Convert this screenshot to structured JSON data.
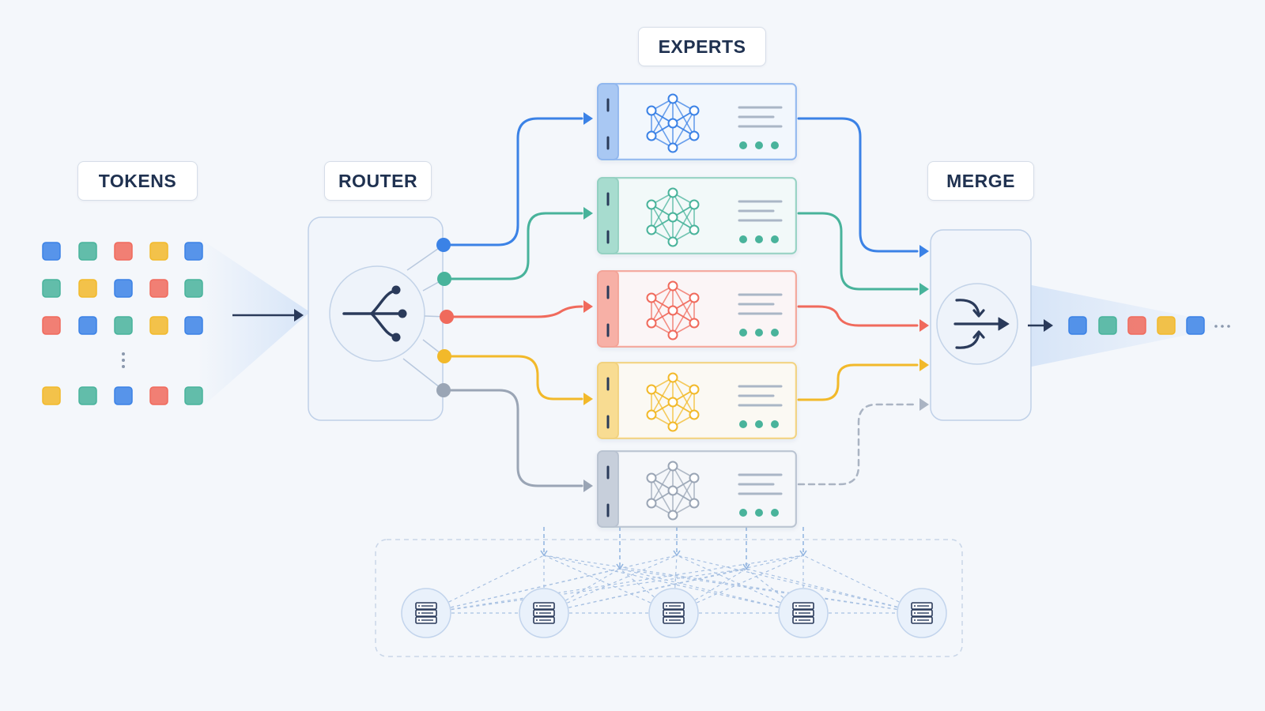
{
  "labels": {
    "tokens": "TOKENS",
    "router": "ROUTER",
    "experts": "EXPERTS",
    "merge": "MERGE"
  },
  "colors": {
    "blue": "#3b82e6",
    "teal": "#48b39b",
    "red": "#f06a5c",
    "yellow": "#f2b92a",
    "gray": "#9aa5b5",
    "navy": "#2a3a5a"
  },
  "token_grid": [
    [
      "blue",
      "teal",
      "red",
      "yellow",
      "blue"
    ],
    [
      "teal",
      "yellow",
      "blue",
      "red",
      "teal"
    ],
    [
      "red",
      "blue",
      "teal",
      "yellow",
      "blue"
    ],
    [
      "yellow",
      "teal",
      "blue",
      "red",
      "teal"
    ]
  ],
  "output_tokens": [
    "blue",
    "teal",
    "red",
    "yellow",
    "blue"
  ],
  "experts": [
    {
      "color": "blue",
      "active": true
    },
    {
      "color": "teal",
      "active": true
    },
    {
      "color": "red",
      "active": true
    },
    {
      "color": "yellow",
      "active": true
    },
    {
      "color": "gray",
      "active": false
    }
  ],
  "icons": {
    "router": "branch-split-icon",
    "merge": "merge-arrows-icon",
    "expert": "neural-network-icon",
    "server": "server-rack-icon"
  },
  "server_nodes": 5
}
